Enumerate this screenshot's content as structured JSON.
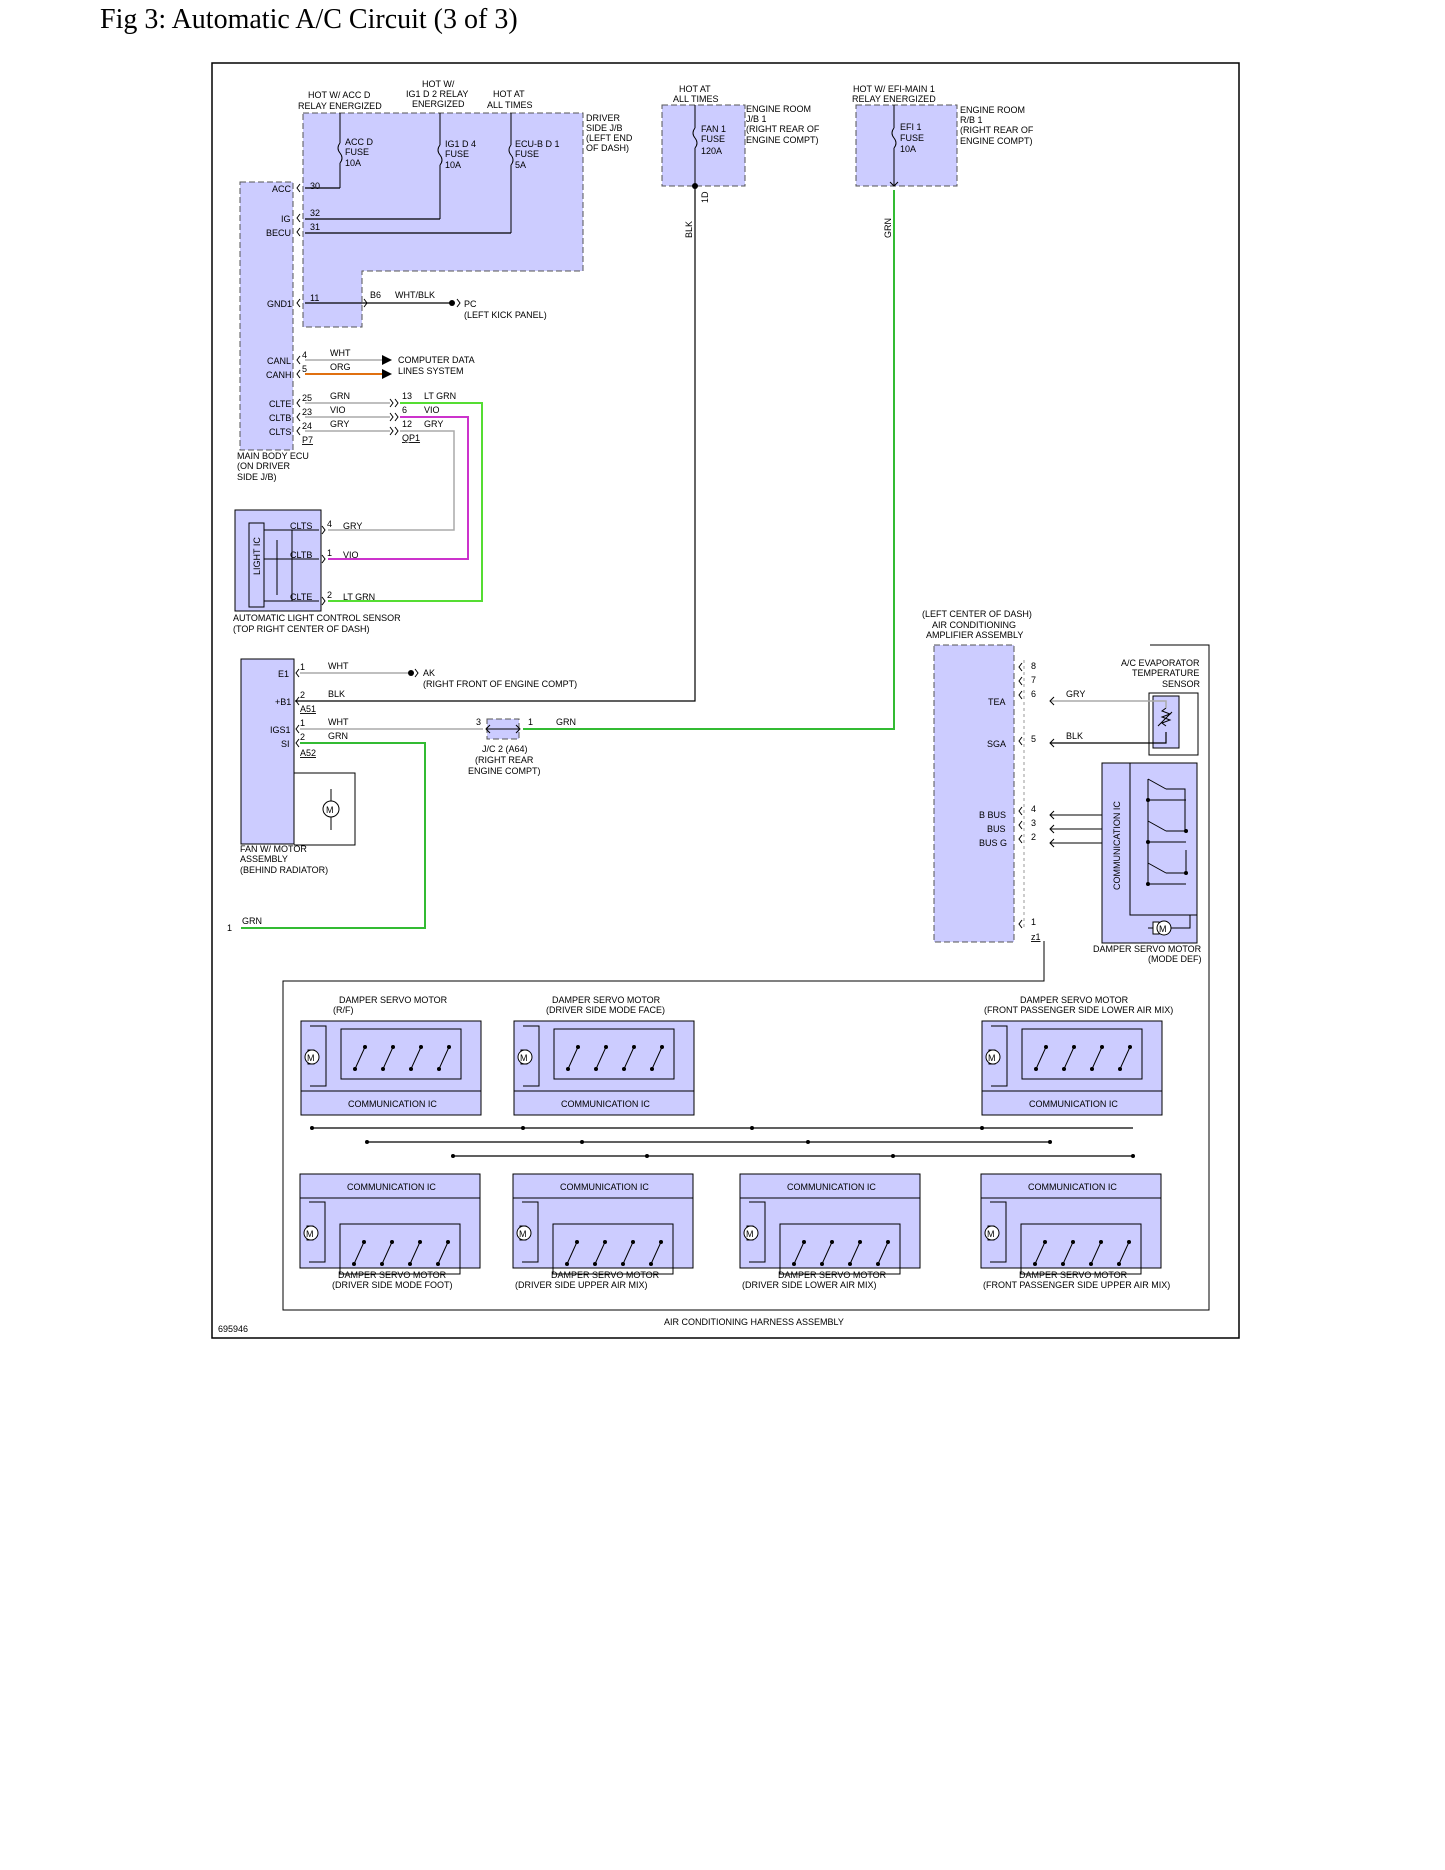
{
  "title": "Fig 3: Automatic A/C Circuit (3 of 3)",
  "figure_id": "695946",
  "colors": {
    "box_fill": "#ccccff",
    "grn": "#33bb33",
    "lt_grn": "#55dd33",
    "vio": "#cc33cc",
    "gry": "#aaaaaa",
    "org": "#e07010"
  },
  "power": {
    "hot_acc": [
      "HOT W/ ACC D",
      "RELAY ENERGIZED"
    ],
    "hot_ig1": [
      "HOT W/",
      "IG1 D 2 RELAY",
      "ENERGIZED"
    ],
    "hot_all": [
      "HOT AT",
      "ALL TIMES"
    ],
    "hot_all2": [
      "HOT AT",
      "ALL TIMES"
    ],
    "hot_efi": [
      "HOT W/ EFI-MAIN 1",
      "RELAY ENERGIZED"
    ]
  },
  "driver_jb": {
    "label": [
      "DRIVER",
      "SIDE J/B",
      "(LEFT END",
      "OF DASH)"
    ],
    "fuse_acc": [
      "ACC D",
      "FUSE",
      "10A"
    ],
    "fuse_ig1": [
      "IG1 D 4",
      "FUSE",
      "10A"
    ],
    "fuse_ecu": [
      "ECU-B D 1",
      "FUSE",
      "5A"
    ]
  },
  "engine_jb": {
    "label": [
      "ENGINE ROOM",
      "J/B 1",
      "(RIGHT REAR OF",
      "ENGINE COMPT)"
    ],
    "fuse": [
      "FAN 1",
      "FUSE",
      "120A"
    ],
    "pin": "1D"
  },
  "engine_rb": {
    "label": [
      "ENGINE ROOM",
      "R/B 1",
      "(RIGHT REAR OF",
      "ENGINE COMPT)"
    ],
    "fuse": [
      "EFI 1",
      "FUSE",
      "10A"
    ]
  },
  "vert_wires": {
    "blk": "BLK",
    "grn": "GRN"
  },
  "ecu": {
    "label": [
      "MAIN BODY ECU",
      "(ON DRIVER",
      "SIDE J/B)"
    ],
    "pins": {
      "acc": "ACC",
      "ig": "IG",
      "becu": "BECU",
      "gnd1": "GND1",
      "canl": "CANL",
      "canh": "CANH",
      "clte": "CLTE",
      "cltb": "CLTB",
      "clts": "CLTS"
    },
    "nums": {
      "acc": "30",
      "ig": "32",
      "becu": "31",
      "gnd1": "11",
      "canl": "4",
      "canh": "5",
      "clte": "25",
      "cltb": "23",
      "clts": "24"
    },
    "conn": "P7"
  },
  "ground_pc": {
    "conn": "B6",
    "wire": "WHT/BLK",
    "name": "PC",
    "loc": "(LEFT KICK PANEL)"
  },
  "can": {
    "wht": "WHT",
    "org": "ORG",
    "dest": [
      "COMPUTER DATA",
      "LINES SYSTEM"
    ]
  },
  "qp1": {
    "n1": "13",
    "c1": "LT GRN",
    "n2": "6",
    "c2": "VIO",
    "n3": "12",
    "c3": "GRY",
    "conn": "QP1"
  },
  "ecu_wires": {
    "w1": "GRN",
    "w2": "VIO",
    "w3": "GRY"
  },
  "light_sensor": {
    "label": [
      "AUTOMATIC LIGHT CONTROL SENSOR",
      "(TOP RIGHT CENTER OF DASH)"
    ],
    "ic": "LIGHT IC",
    "pins": {
      "clts": "CLTS",
      "cltb": "CLTB",
      "clte": "CLTE"
    },
    "nums": {
      "clts": "4",
      "cltb": "1",
      "clte": "2"
    },
    "wires": {
      "clts": "GRY",
      "cltb": "VIO",
      "clte": "LT GRN"
    }
  },
  "fan_motor": {
    "label": [
      "FAN W/ MOTOR",
      "ASSEMBLY",
      "(BEHIND RADIATOR)"
    ],
    "pins": {
      "e1": "E1",
      "b1": "+B1",
      "igs1": "IGS1",
      "si": "SI"
    },
    "nums": {
      "e1": "1",
      "b1": "2",
      "igs1": "1",
      "si": "2"
    },
    "wires": {
      "e1": "WHT",
      "b1": "BLK",
      "igs1": "WHT",
      "si": "GRN"
    },
    "conns": {
      "a51": "A51",
      "a52": "A52"
    },
    "motor": "M"
  },
  "ground_ak": {
    "name": "AK",
    "loc": "(RIGHT FRONT OF ENGINE COMPT)"
  },
  "jc2": {
    "n1": "3",
    "n2": "1",
    "wire": "GRN",
    "label": [
      "J/C 2 (A64)",
      "(RIGHT REAR",
      "ENGINE COMPT)"
    ]
  },
  "bottom_wire": {
    "n": "1",
    "c": "GRN"
  },
  "amp": {
    "label": [
      "(LEFT CENTER OF DASH)",
      "AIR CONDITIONING",
      "AMPLIFIER ASSEMBLY"
    ],
    "pins": {
      "tea": "TEA",
      "sga": "SGA",
      "bbus": "B BUS",
      "bus": "BUS",
      "busg": "BUS G"
    },
    "nums": {
      "n8": "8",
      "n7": "7",
      "n6": "6",
      "n5": "5",
      "n4": "4",
      "n3": "3",
      "n2": "2",
      "n1": "1",
      "conn": "z1"
    }
  },
  "evap_sensor": {
    "label": [
      "A/C EVAPORATOR",
      "TEMPERATURE",
      "SENSOR"
    ],
    "w1": "GRY",
    "w2": "BLK"
  },
  "mode_def": {
    "label": [
      "DAMPER SERVO MOTOR",
      "(MODE DEF)"
    ],
    "ic": "COMMUNICATION IC",
    "m": "M"
  },
  "servos_top": [
    {
      "title": [
        "DAMPER SERVO MOTOR",
        "(R/F)"
      ],
      "ic": "COMMUNICATION IC",
      "m": "M"
    },
    {
      "title": [
        "DAMPER SERVO MOTOR",
        "(DRIVER SIDE MODE FACE)"
      ],
      "ic": "COMMUNICATION IC",
      "m": "M"
    },
    {
      "title": [
        "DAMPER SERVO MOTOR",
        "(FRONT PASSENGER SIDE LOWER AIR MIX)"
      ],
      "ic": "COMMUNICATION IC",
      "m": "M"
    }
  ],
  "servos_bottom": [
    {
      "title": [
        "DAMPER SERVO MOTOR",
        "(DRIVER SIDE MODE FOOT)"
      ],
      "ic": "COMMUNICATION IC",
      "m": "M"
    },
    {
      "title": [
        "DAMPER SERVO MOTOR",
        "(DRIVER SIDE UPPER AIR MIX)"
      ],
      "ic": "COMMUNICATION IC",
      "m": "M"
    },
    {
      "title": [
        "DAMPER SERVO MOTOR",
        "(DRIVER SIDE LOWER AIR MIX)"
      ],
      "ic": "COMMUNICATION IC",
      "m": "M"
    },
    {
      "title": [
        "DAMPER SERVO MOTOR",
        "(FRONT PASSENGER SIDE UPPER AIR MIX)"
      ],
      "ic": "COMMUNICATION IC",
      "m": "M"
    }
  ],
  "harness": "AIR CONDITIONING HARNESS ASSEMBLY"
}
